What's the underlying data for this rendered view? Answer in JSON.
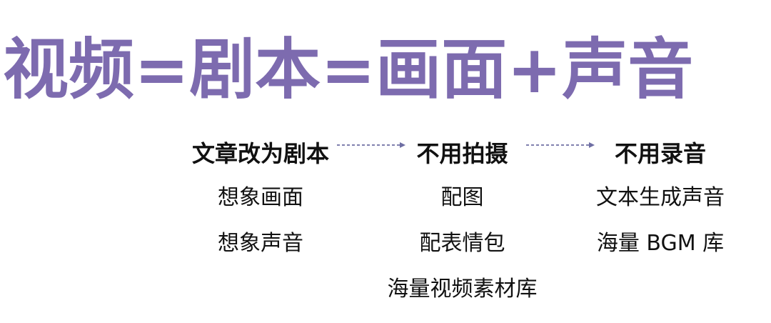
{
  "title": "视频=剧本=画面+声音",
  "colors": {
    "title": "#7D6BAF",
    "arrow": "#6E6EA3",
    "text": "#111111"
  },
  "columns": [
    {
      "heading": "文章改为剧本",
      "items": [
        "想象画面",
        "想象声音"
      ]
    },
    {
      "heading": "不用拍摄",
      "items": [
        "配图",
        "配表情包",
        "海量视频素材库"
      ]
    },
    {
      "heading": "不用录音",
      "items": [
        "文本生成声音",
        "海量 BGM 库"
      ]
    }
  ]
}
